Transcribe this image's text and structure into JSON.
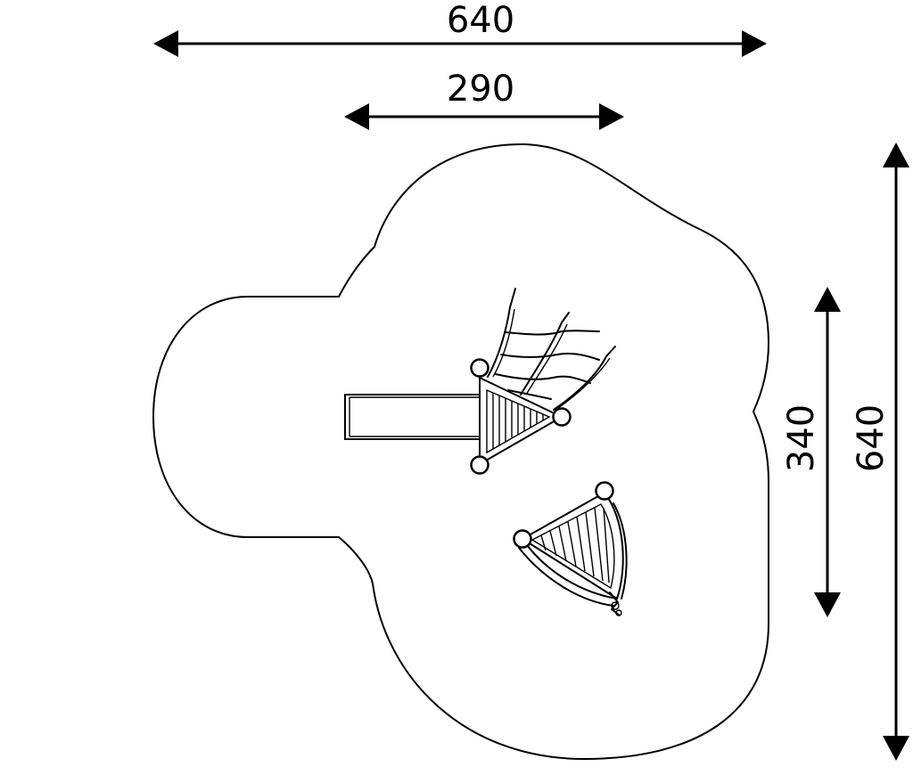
{
  "dimensions": {
    "top_total": "640",
    "top_inner": "290",
    "right_inner": "340",
    "right_total": "640"
  }
}
